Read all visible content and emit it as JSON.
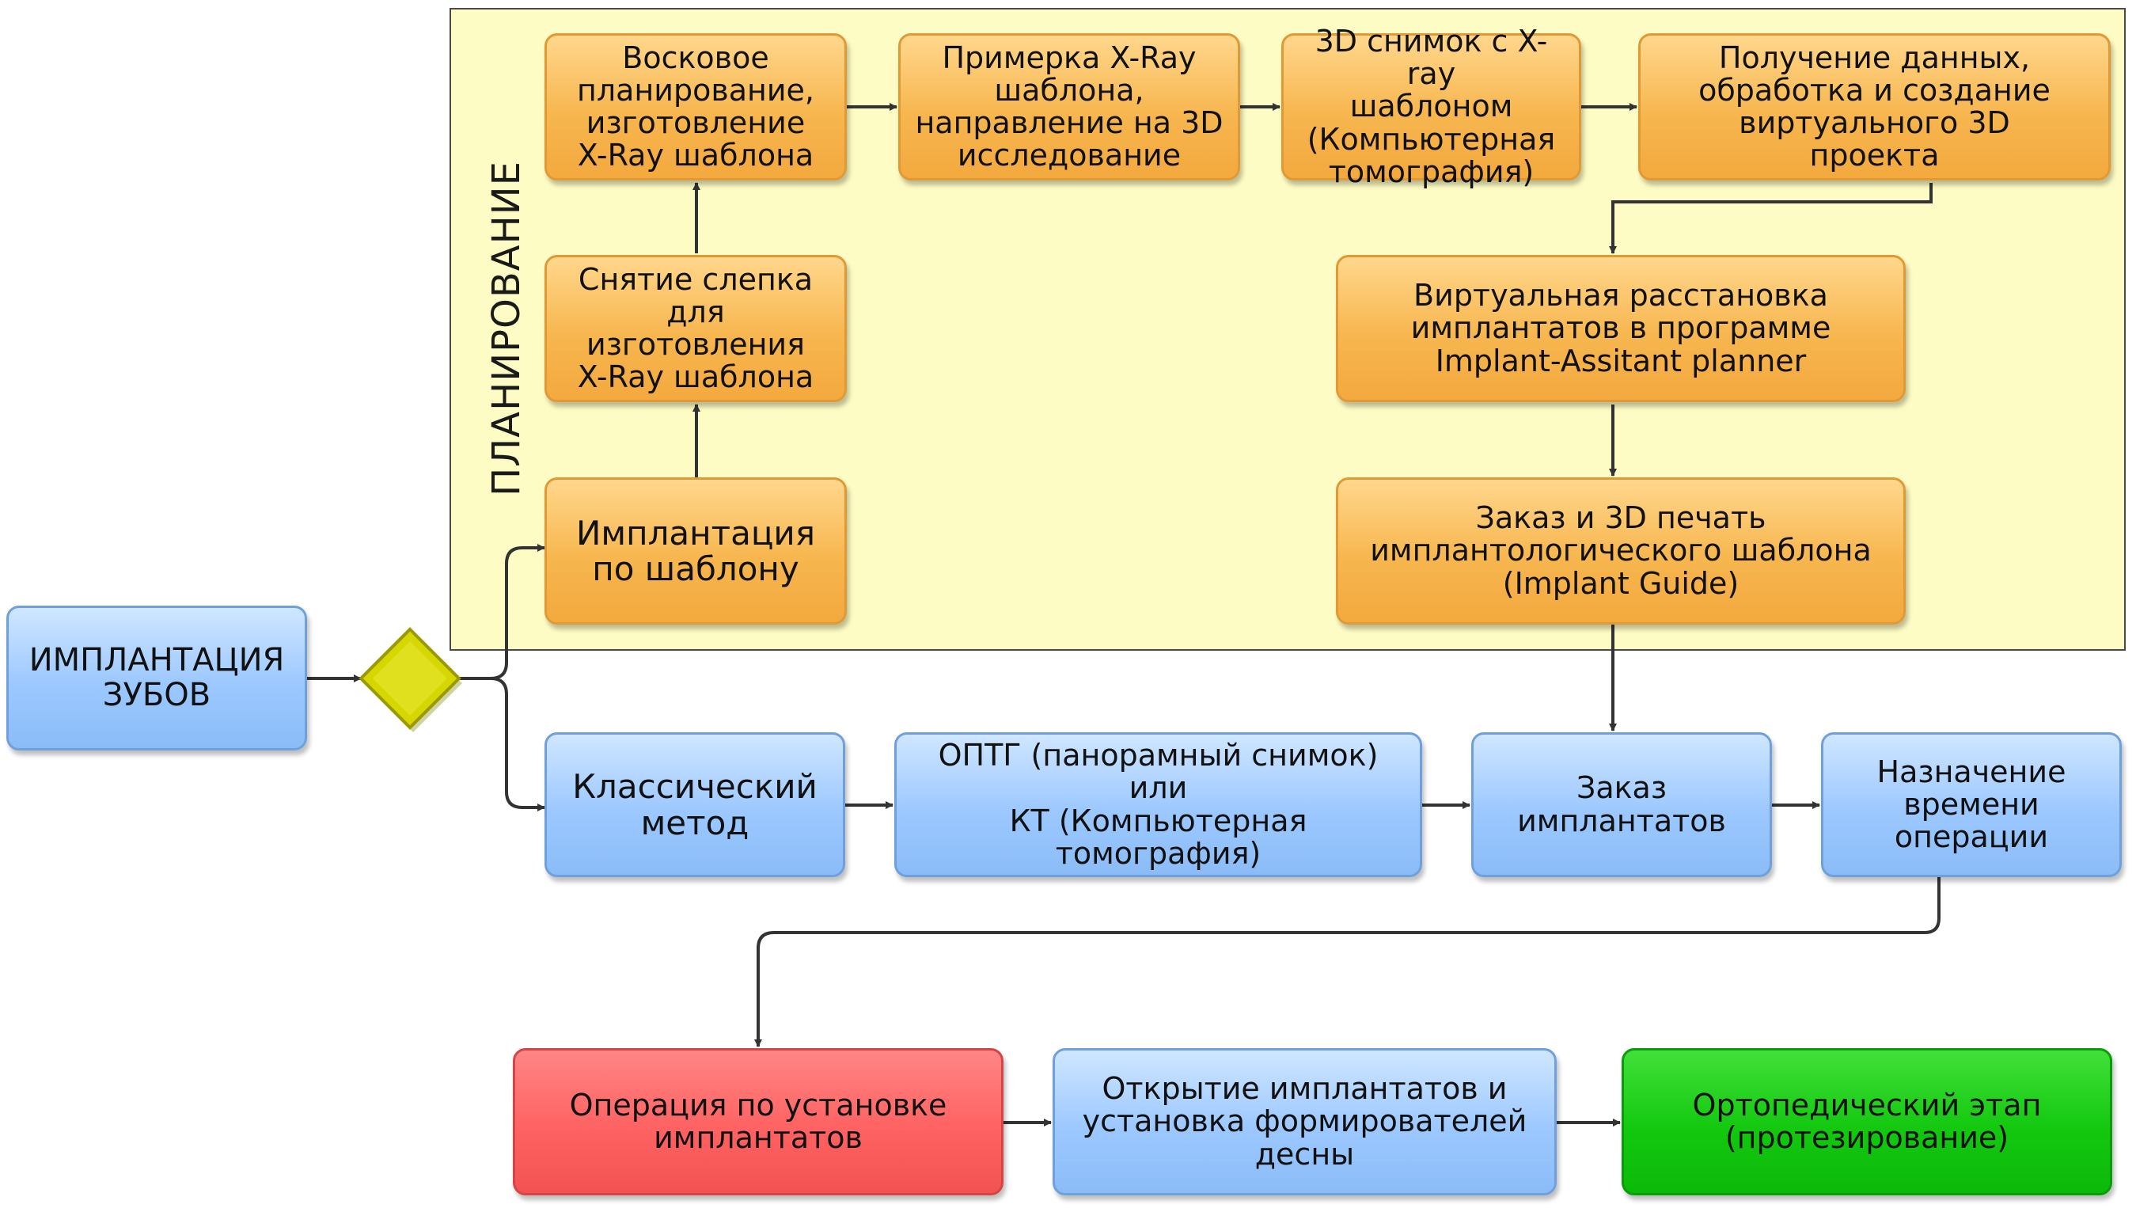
{
  "lane": {
    "label": "ПЛАНИРОВАНИЕ"
  },
  "nodes": {
    "start": "ИМПЛАНТАЦИЯ\nЗУБОВ",
    "wax": "Восковое\nпланирование,\nизготовление\nX-Ray шаблона",
    "fitting": "Примерка X-Ray\nшаблона,\nнаправление на 3D\nисследование",
    "scan3d": "3D снимок с X-ray\nшаблоном\n(Компьютерная\nтомография)",
    "data": "Получение данных,\nобработка и создание\nвиртуального 3D\nпроекта",
    "impression": "Снятие слепка\nдля изготовления\nX-Ray шаблона",
    "virtual": "Виртуальная расстановка\nимплантатов в программе\nImplant-Assitant planner",
    "guided": "Имплантация\nпо шаблону",
    "print": "Заказ и 3D печать\nимплантологического шаблона\n(Implant Guide)",
    "classic": "Классический\nметод",
    "optg": "ОПТГ (панорамный снимок) или\nКТ (Компьютерная томография)",
    "order": "Заказ\nимплантатов",
    "schedule": "Назначение\nвремени\nоперации",
    "surgery": "Операция по установке\nимплантатов",
    "opening": "Открытие имплантатов и\nустановка формирователей\nдесны",
    "ortho": "Ортопедический этап\n(протезирование)"
  },
  "colors": {
    "lane_fill": "#fdfcc4",
    "orange": "#f7b64f",
    "blue": "#9cc8ff",
    "red": "#ff6262",
    "green": "#13c80f",
    "gateway": "#d6d600",
    "wire": "#333333"
  }
}
